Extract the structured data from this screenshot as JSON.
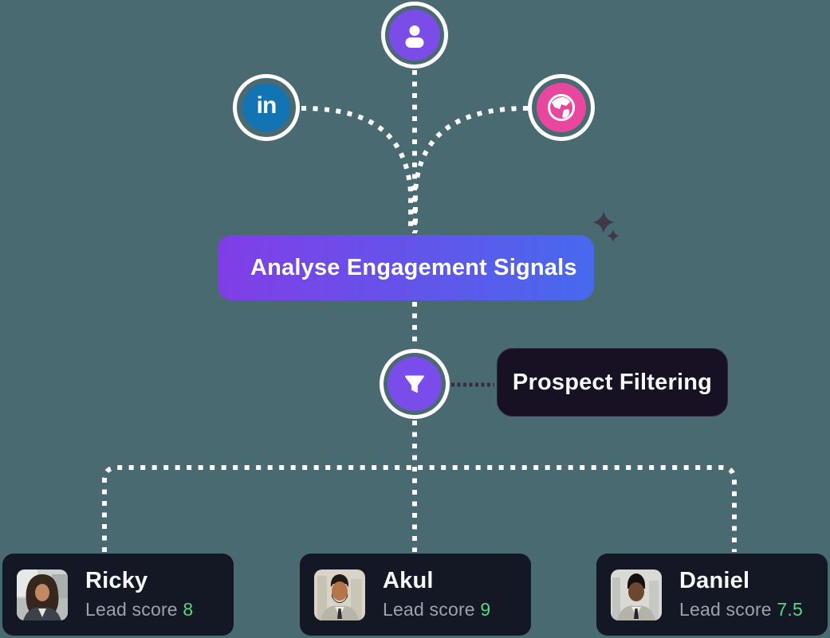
{
  "page": {
    "background_color": "#4a6a72"
  },
  "sources": {
    "contact": {
      "icon": "user-icon",
      "color": "#7c4ce8"
    },
    "linkedin": {
      "icon": "linkedin-icon",
      "glyph": "in",
      "color": "#1374b4"
    },
    "web": {
      "icon": "globe-icon",
      "color": "#e8479d"
    }
  },
  "analyse_node": {
    "label": "Analyse Engagement Signals",
    "icon": "ai-search-icon",
    "gradient_start": "#813ee6",
    "gradient_end": "#4769ee"
  },
  "filter_node": {
    "icon": "funnel-icon",
    "color": "#7a4ce9"
  },
  "prospect_filtering_node": {
    "label": "Prospect Filtering",
    "background": "#171123"
  },
  "prospects": [
    {
      "name": "Ricky",
      "score_label": "Lead score",
      "score": "8"
    },
    {
      "name": "Akul",
      "score_label": "Lead score",
      "score": "9"
    },
    {
      "name": "Daniel",
      "score_label": "Lead score",
      "score": "7.5"
    }
  ],
  "colors": {
    "connector_white": "#ffffff",
    "connector_dark": "#352e40",
    "card_background": "#131824",
    "score_green": "#56d77c",
    "muted_text": "#9ba3ae",
    "sparkle": "#3d3947"
  }
}
